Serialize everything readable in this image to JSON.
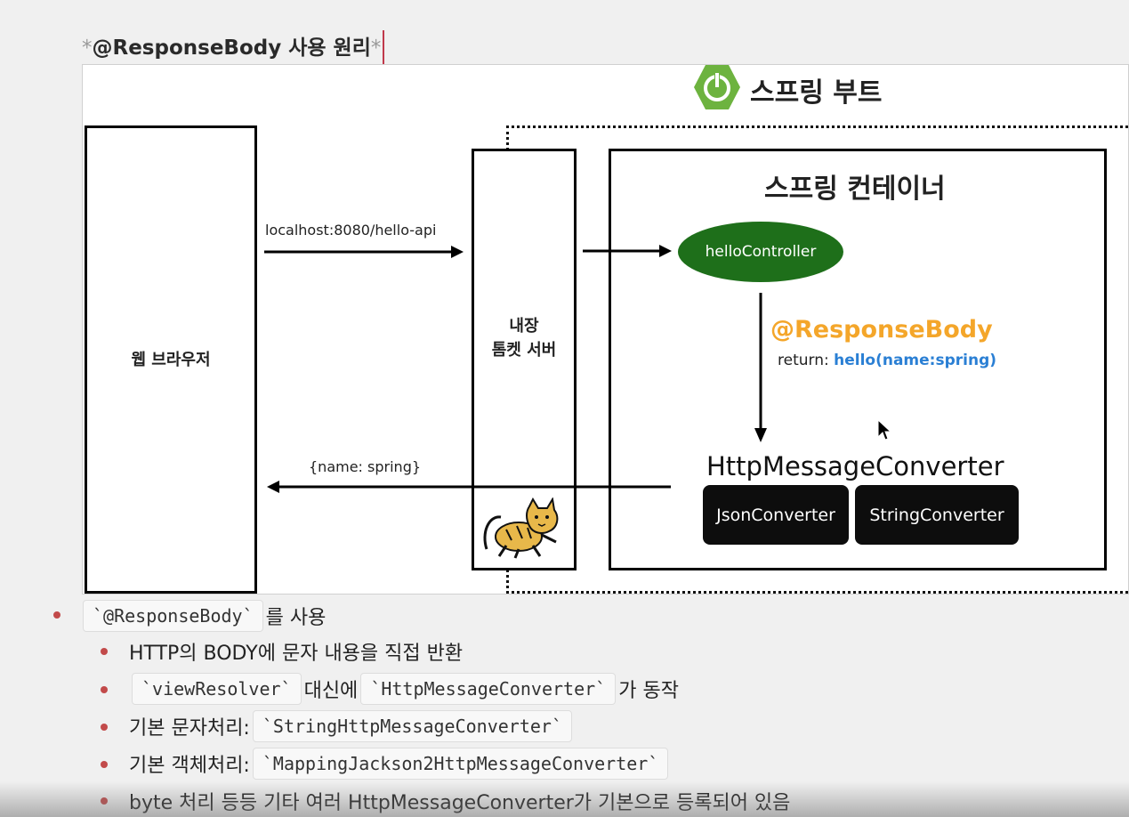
{
  "heading": {
    "prefix": "*",
    "title": "@ResponseBody 사용 원리",
    "suffix": "*"
  },
  "diagram": {
    "spring_boot_label": "스프링 부트",
    "browser_label": "웹 브라우저",
    "tomcat_label": "내장\n톰켓 서버",
    "container_label": "스프링 컨테이너",
    "request_label": "localhost:8080/hello-api",
    "response_label": "{name: spring}",
    "controller_label": "helloController",
    "annotation_label": "@ResponseBody",
    "return_prefix": "return:",
    "return_value": "hello(name:spring)",
    "converter_title": "HttpMessageConverter",
    "converters": [
      "JsonConverter",
      "StringConverter"
    ],
    "colors": {
      "controller": "#1e6f1a",
      "annotation": "#f4a62a",
      "return_value": "#2a7fd4",
      "spring_logo": "#6db33f"
    },
    "icons": [
      "spring-power-icon",
      "tomcat-icon",
      "mouse-cursor-icon"
    ]
  },
  "notes": {
    "item1": {
      "code": "`@ResponseBody`",
      "text": "를 사용"
    },
    "item2": {
      "text": "HTTP의 BODY에 문자 내용을 직접 반환"
    },
    "item3": {
      "code1": "`viewResolver`",
      "text1": "대신에",
      "code2": "`HttpMessageConverter`",
      "text2": "가 동작"
    },
    "item4": {
      "text": "기본 문자처리:",
      "code": "`StringHttpMessageConverter`"
    },
    "item5": {
      "text": "기본 객체처리:",
      "code": "`MappingJackson2HttpMessageConverter`"
    },
    "item6": {
      "text": "byte 처리 등등 기타 여러 HttpMessageConverter가 기본으로 등록되어 있음"
    }
  }
}
